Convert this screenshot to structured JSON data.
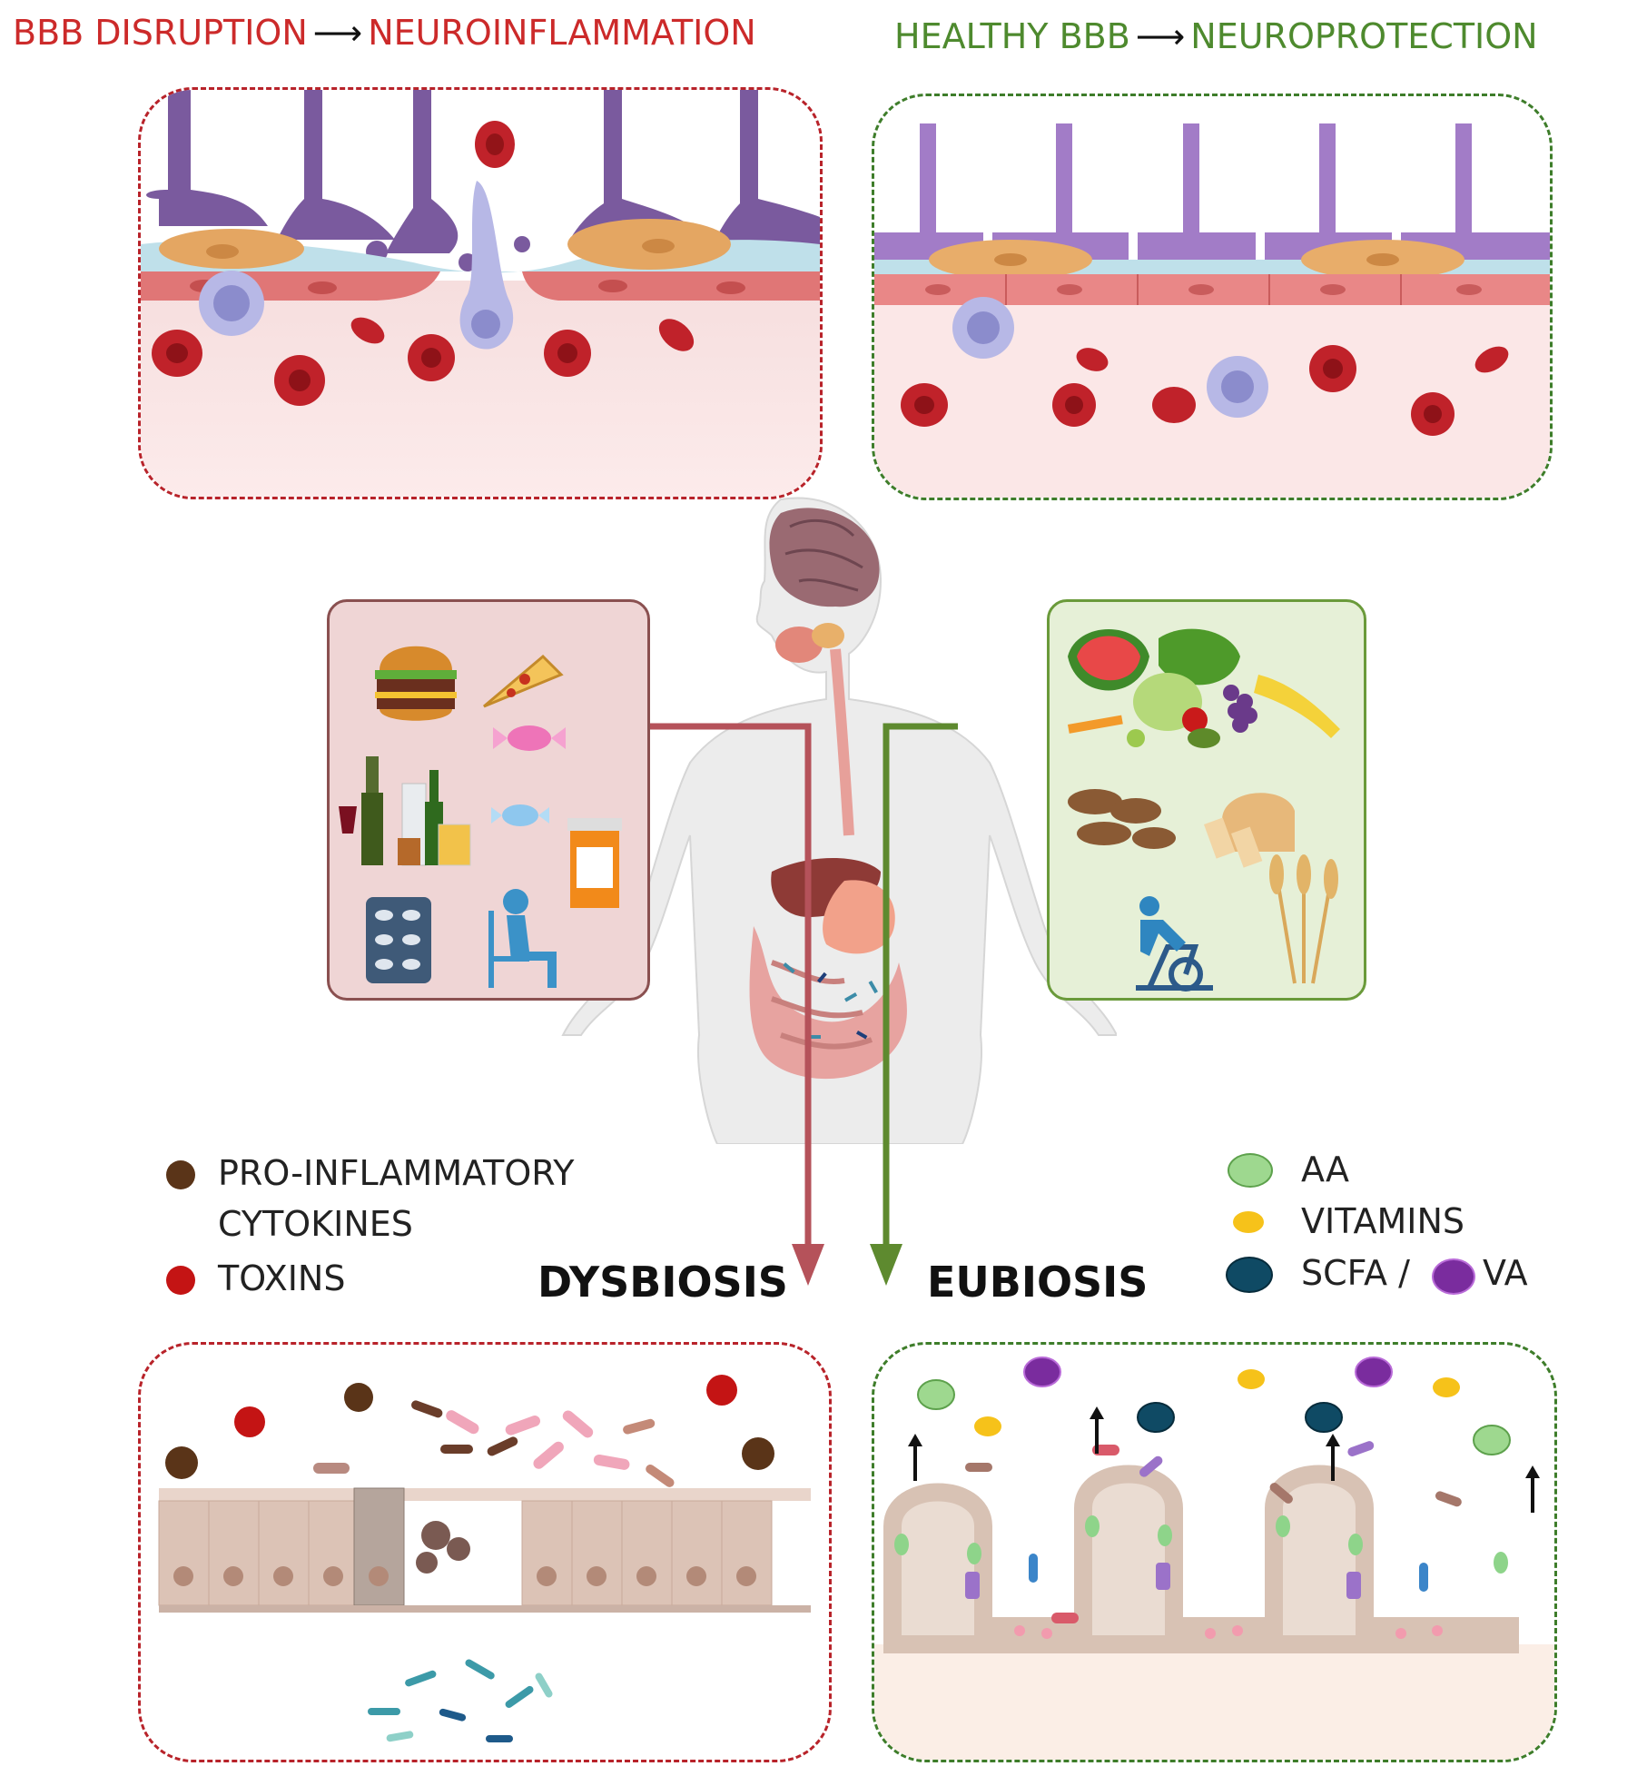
{
  "headers": {
    "left": {
      "part1": "BBB DISRUPTION",
      "part2": "NEUROINFLAMMATION",
      "color": "#cc2a2a"
    },
    "right": {
      "part1": "HEALTHY BBB",
      "part2": "NEUROPROTECTION",
      "color": "#4e8a2e"
    }
  },
  "legend_left": {
    "items": [
      {
        "label": "PRO-INFLAMMATORY",
        "color": "#5a3418"
      },
      {
        "label": "CYTOKINES",
        "color": ""
      },
      {
        "label": "TOXINS",
        "color": "#c41414"
      }
    ]
  },
  "legend_right": {
    "items": [
      {
        "label": "AA",
        "color": "#9ed88f"
      },
      {
        "label": "VITAMINS",
        "color": "#f6c21a"
      },
      {
        "label": "SCFA /",
        "color": "#0f4a64"
      },
      {
        "label": "VA",
        "color": "#7a2c9e"
      }
    ]
  },
  "labels": {
    "dysbiosis": "DYSBIOSIS",
    "eubiosis": "EUBIOSIS"
  },
  "colors": {
    "unhealthy": "#b8232a",
    "healthy": "#3e7d2a",
    "unhealthy_arrow": "#b5525a",
    "healthy_arrow": "#5e8a2f"
  }
}
